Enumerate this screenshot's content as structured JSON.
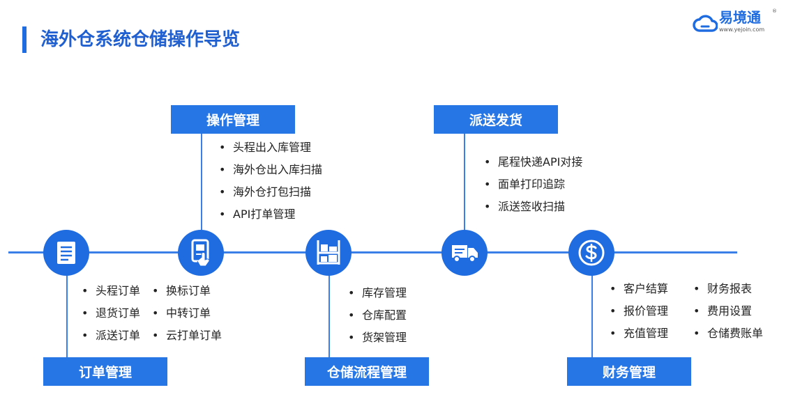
{
  "header": {
    "title": "海外仓系统仓储操作导览"
  },
  "logo": {
    "name": "易境通",
    "url": "www.yejoin.com",
    "reg": "®"
  },
  "sections": {
    "order": {
      "label": "订单管理",
      "icon": "document-icon",
      "items_col1": [
        "头程订单",
        "退货订单",
        "派送订单"
      ],
      "items_col2": [
        "换标订单",
        "中转订单",
        "云打单订单"
      ]
    },
    "operation": {
      "label": "操作管理",
      "icon": "handheld-scanner-icon",
      "items": [
        "头程出入库管理",
        "海外仓出入库扫描",
        "海外仓打包扫描",
        "API打单管理"
      ]
    },
    "storage": {
      "label": "仓储流程管理",
      "icon": "shelf-icon",
      "items": [
        "库存管理",
        "仓库配置",
        "货架管理"
      ]
    },
    "delivery": {
      "label": "派送发货",
      "icon": "truck-icon",
      "items": [
        "尾程快递API对接",
        "面单打印追踪",
        "派送签收扫描"
      ]
    },
    "finance": {
      "label": "财务管理",
      "icon": "dollar-icon",
      "items_col1": [
        "客户结算",
        "报价管理",
        "充值管理"
      ],
      "items_col2": [
        "财务报表",
        "费用设置",
        "仓储费账单"
      ]
    }
  },
  "colors": {
    "primary": "#1f6ce0",
    "box": "#2676e6",
    "title": "#1f5fcf"
  }
}
